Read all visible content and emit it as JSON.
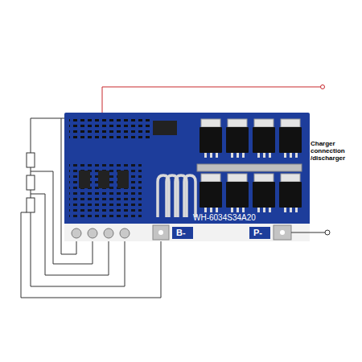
{
  "diagram": {
    "labels": [
      "WH-6034S34A20",
      "B-",
      "P-",
      "Charger connection /discharger"
    ]
  }
}
